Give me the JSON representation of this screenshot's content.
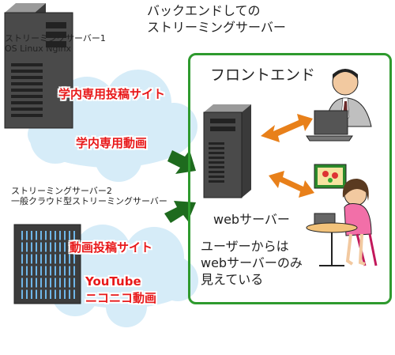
{
  "title": [
    "バックエンドしての",
    "ストリーミングサーバー"
  ],
  "server1": {
    "name": "ストリーミングサーバー1",
    "os": "OS Linux Nginx"
  },
  "server2": {
    "name": "ストリーミングサーバー2",
    "type": "一般クラウド型ストリーミングサーバー"
  },
  "cloud1": {
    "line1": "学内専用投稿サイト",
    "line2": "学内専用動画"
  },
  "cloud2": {
    "line1": "動画投稿サイト",
    "line2": "YouTube",
    "line3": "ニコニコ動画"
  },
  "frontend": {
    "title": "フロントエンド",
    "web_server_label": "webサーバー",
    "note": [
      "ユーザーからは",
      "webサーバーのみ",
      "見えている"
    ]
  },
  "colors": {
    "frontend_border": "#2e9a2e",
    "arrow_green": "#1e6b1e",
    "arrow_orange": "#e8801a",
    "highlight_text": "#e8191a",
    "cloud_fill": "#d6ecf8"
  },
  "icons": [
    "tower-server-icon",
    "rack-server-icon",
    "cloud-icon",
    "web-server-icon",
    "office-user-icon",
    "cafe-user-icon"
  ]
}
